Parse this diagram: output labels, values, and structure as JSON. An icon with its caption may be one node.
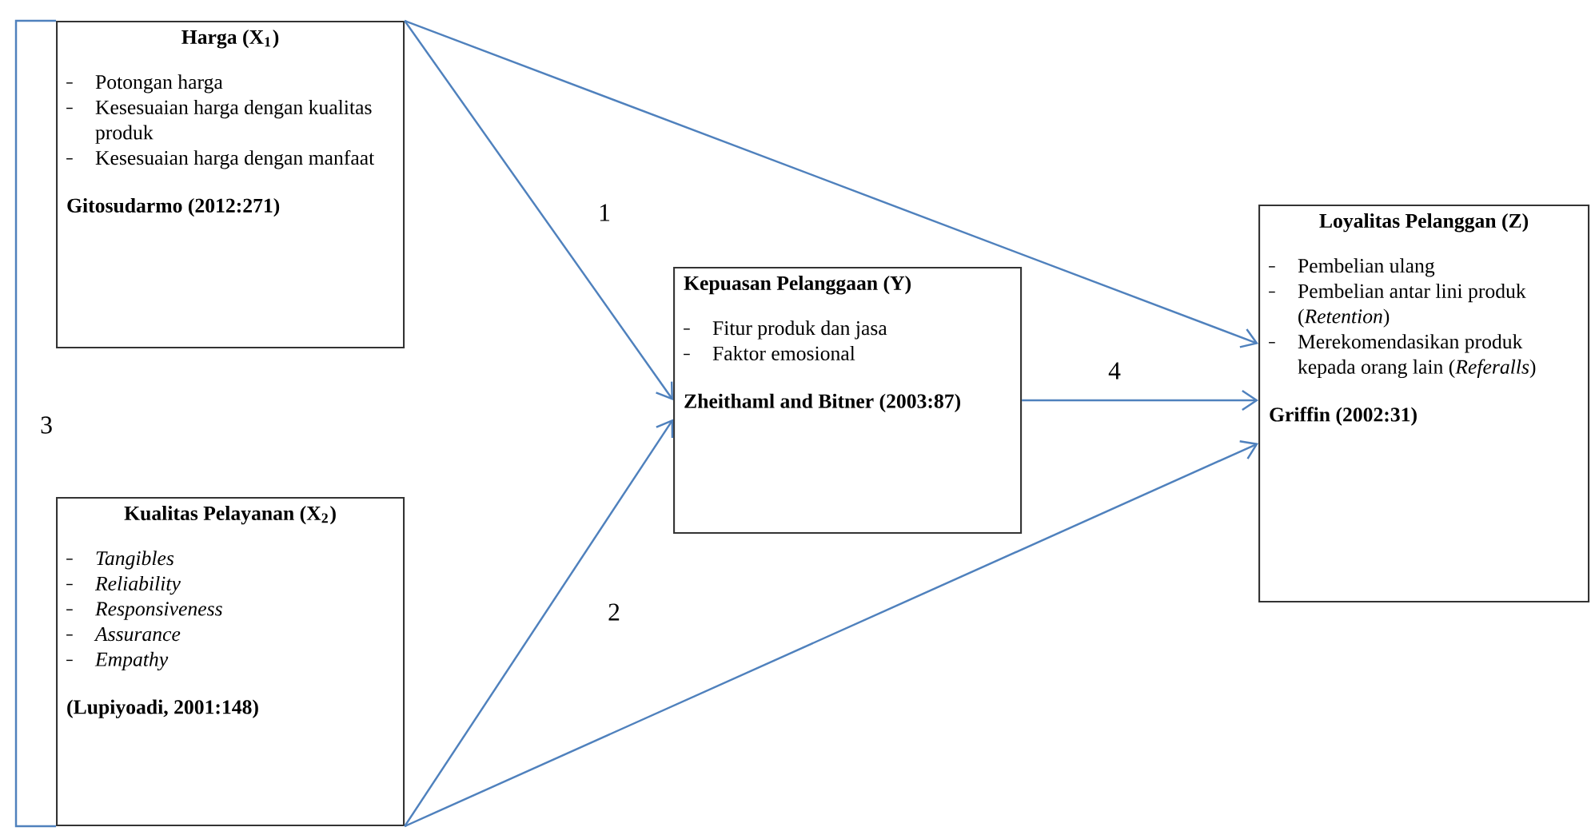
{
  "diagram": {
    "nodes": [
      {
        "text": [
          "Harga (X$_{1}$)",
          "Potongan harga",
          "Kesesuaian harga dengan kualitas produk",
          "Kesesuaian harga dengan manfaat",
          "Gitosudarmo (2012:271)"
        ]
      },
      {
        "text": [
          "Kualitas Pelayanan (X$_{2}$)",
          "Tangibles",
          "Reliability",
          "Responsiveness",
          "Assurance",
          "Empathy",
          "(Lupiyoadi, 2001:148)"
        ]
      },
      {
        "text": [
          "Kepuasan Pelanggaan (Y)",
          "Fitur produk dan jasa",
          "Faktor emosional",
          "Zheithaml and Bitner (2003:87)"
        ]
      },
      {
        "text": [
          "Loyalitas Pelanggan (Z)",
          "Pembelian ulang",
          "Pembelian antar lini produk (*Retention*)",
          "Merekomendasikan produk kepada orang lain (*Referalls*)",
          "Griffin (2002:31)"
        ]
      }
    ],
    "edges": [
      {
        "from": 0,
        "to": 2,
        "arrow": "to",
        "label": "1"
      },
      {
        "from": 0,
        "to": 3,
        "arrow": "to"
      },
      {
        "from": 1,
        "to": 2,
        "arrow": "to",
        "label": "2"
      },
      {
        "from": 1,
        "to": 3,
        "arrow": "to"
      },
      {
        "from": 2,
        "to": 3,
        "arrow": "to",
        "label": "4"
      },
      {
        "from": 0,
        "to": 1,
        "arrow": "none",
        "label": "3"
      }
    ]
  }
}
